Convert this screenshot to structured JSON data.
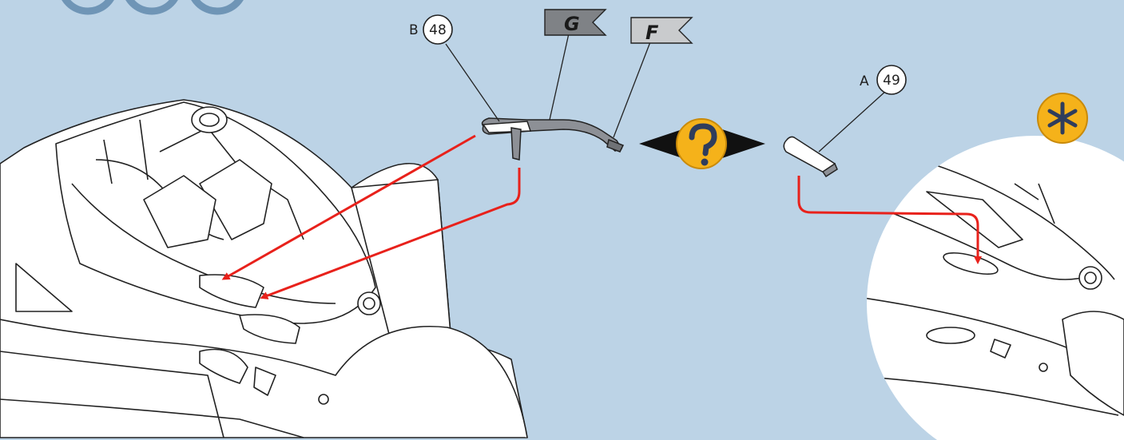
{
  "callouts": [
    {
      "letter": "B",
      "number": "48"
    },
    {
      "letter": "A",
      "number": "49"
    }
  ],
  "flags": [
    "G",
    "F"
  ],
  "icons": {
    "question": "question-mark-icon",
    "asterisk": "asterisk-icon"
  },
  "colors": {
    "background": "#bcd3e6",
    "arrow": "#e8211b",
    "badge": "#f5b21a",
    "flag_dark": "#7f8286",
    "flag_light": "#c9cbcd"
  }
}
